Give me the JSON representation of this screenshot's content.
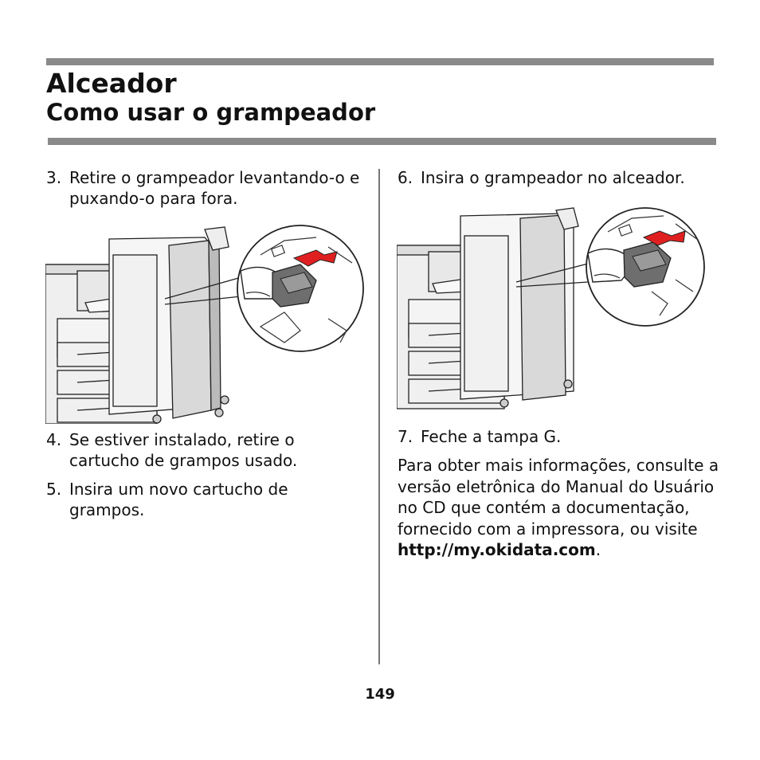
{
  "header": {
    "title": "Alceador",
    "subtitle": "Como usar o grampeador"
  },
  "steps": [
    {
      "number": "3.",
      "text": "Retire o grampeador levantando-o e puxando-o para fora."
    },
    {
      "number": "4.",
      "text": "Se estiver instalado, retire o cartucho de grampos usado."
    },
    {
      "number": "5.",
      "text": "Insira um novo cartucho de grampos."
    },
    {
      "number": "6.",
      "text": "Insira o grampeador no alceador."
    },
    {
      "number": "7.",
      "text": "Feche a tampa G."
    }
  ],
  "info": {
    "text": "Para obter mais informações, consulte a versão eletrônica do Manual do Usuário no CD que contém a documentação, fornecido com a impressora, ou visite ",
    "url": "http://my.okidata.com",
    "end": "."
  },
  "footer": {
    "page_number": "149"
  },
  "colors": {
    "rule": "#8a8a8a",
    "arrow": "#e02020"
  }
}
